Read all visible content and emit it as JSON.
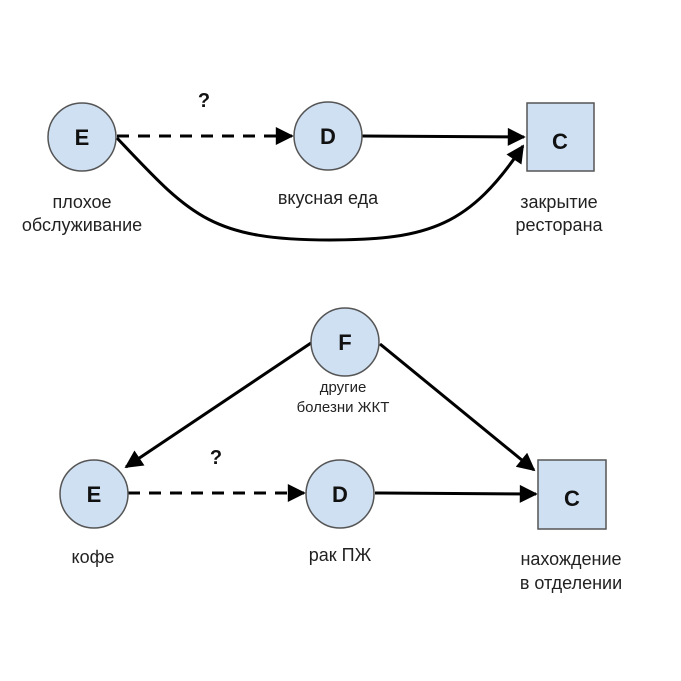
{
  "diagram_1": {
    "nodes": {
      "E": {
        "letter": "E",
        "label_lines": [
          "плохое",
          "обслуживание"
        ]
      },
      "D": {
        "letter": "D",
        "label_lines": [
          "вкусная еда"
        ]
      },
      "C": {
        "letter": "C",
        "label_lines": [
          "закрытие",
          "ресторана"
        ]
      }
    },
    "edges": [
      {
        "from": "E",
        "to": "D",
        "style": "dashed",
        "label": "?"
      },
      {
        "from": "D",
        "to": "C",
        "style": "solid"
      },
      {
        "from": "E",
        "to": "C",
        "style": "solid-curved"
      }
    ]
  },
  "diagram_2": {
    "nodes": {
      "F": {
        "letter": "F",
        "label_lines": [
          "другие",
          "болезни ЖКТ"
        ]
      },
      "E": {
        "letter": "E",
        "label_lines": [
          "кофе"
        ]
      },
      "D": {
        "letter": "D",
        "label_lines": [
          "рак ПЖ"
        ]
      },
      "C": {
        "letter": "C",
        "label_lines": [
          "нахождение",
          "в отделении"
        ]
      }
    },
    "edges": [
      {
        "from": "F",
        "to": "E",
        "style": "solid"
      },
      {
        "from": "F",
        "to": "C",
        "style": "solid"
      },
      {
        "from": "E",
        "to": "D",
        "style": "dashed",
        "label": "?"
      },
      {
        "from": "D",
        "to": "C",
        "style": "solid"
      }
    ]
  },
  "colors": {
    "node_fill": "#cfe0f3",
    "node_stroke": "#555555",
    "edge": "#000000"
  }
}
